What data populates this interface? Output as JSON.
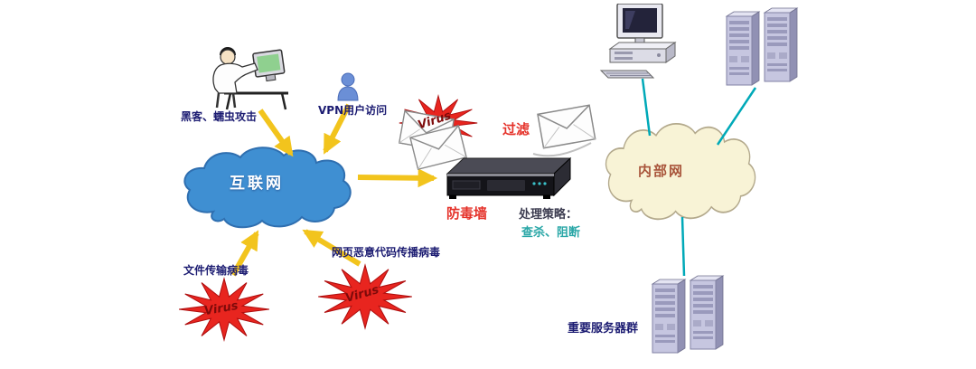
{
  "diagram": {
    "hacker": {
      "label": "黑客、蠕虫攻击"
    },
    "vpn_user": {
      "label": "VPN用户访问"
    },
    "internet_cloud": {
      "label": "互联网"
    },
    "virus_burst": {
      "label": "Virus"
    },
    "filter": {
      "label": "过滤"
    },
    "firewall": {
      "label": "防毒墙"
    },
    "strategy": {
      "title": "处理策略：",
      "actions": "查杀、阻断"
    },
    "intranet_cloud": {
      "label": "内部网"
    },
    "file_virus": {
      "label": "文件传输病毒"
    },
    "web_virus": {
      "label": "网页恶意代码传播病毒"
    },
    "server_group": {
      "label": "重要服务器群"
    }
  },
  "colors": {
    "navy_label": "#1c1c72",
    "red_label": "#e5322a",
    "teal_label": "#2aa7a7",
    "intranet_label": "#a8543a",
    "internet_cloud_fill": "#3f8fd2",
    "intranet_cloud_fill": "#f8f3d6",
    "arrow_yellow": "#f2c41d",
    "link_teal": "#00a9b8",
    "virus_red": "#e8251f"
  }
}
